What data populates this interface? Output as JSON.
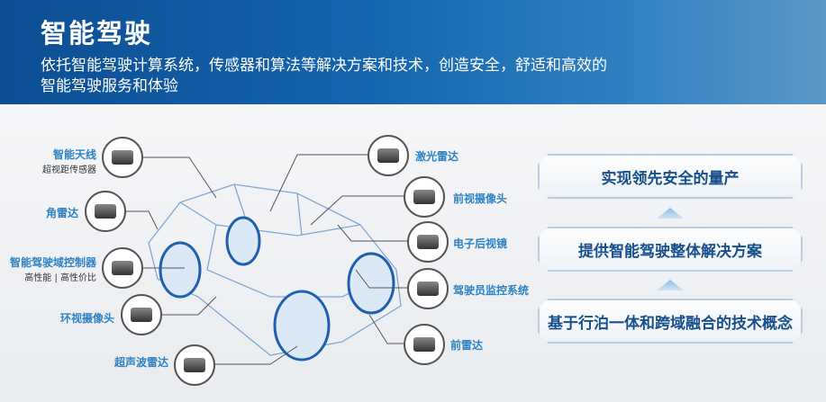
{
  "header": {
    "title": "智能驾驶",
    "subtitle_line1": "依托智能驾驶计算系统，传感器和算法等解决方案和技术，创造安全，舒适和高效的",
    "subtitle_line2": "智能驾驶服务和体验"
  },
  "components_left": [
    {
      "label": "智能天线",
      "sub": "超视距传感器"
    },
    {
      "label": "角雷达"
    },
    {
      "label": "智能驾驶域控制器",
      "sub": "高性能 | 高性价比"
    },
    {
      "label": "环视摄像头"
    },
    {
      "label": "超声波雷达"
    }
  ],
  "components_right": [
    {
      "label": "激光雷达"
    },
    {
      "label": "前视摄像头"
    },
    {
      "label": "电子后视镜"
    },
    {
      "label": "驾驶员监控系统"
    },
    {
      "label": "前雷达"
    }
  ],
  "pyramid": [
    "实现领先安全的量产",
    "提供智能驾驶整体解决方案",
    "基于行泊一体和跨域融合的技术概念"
  ]
}
